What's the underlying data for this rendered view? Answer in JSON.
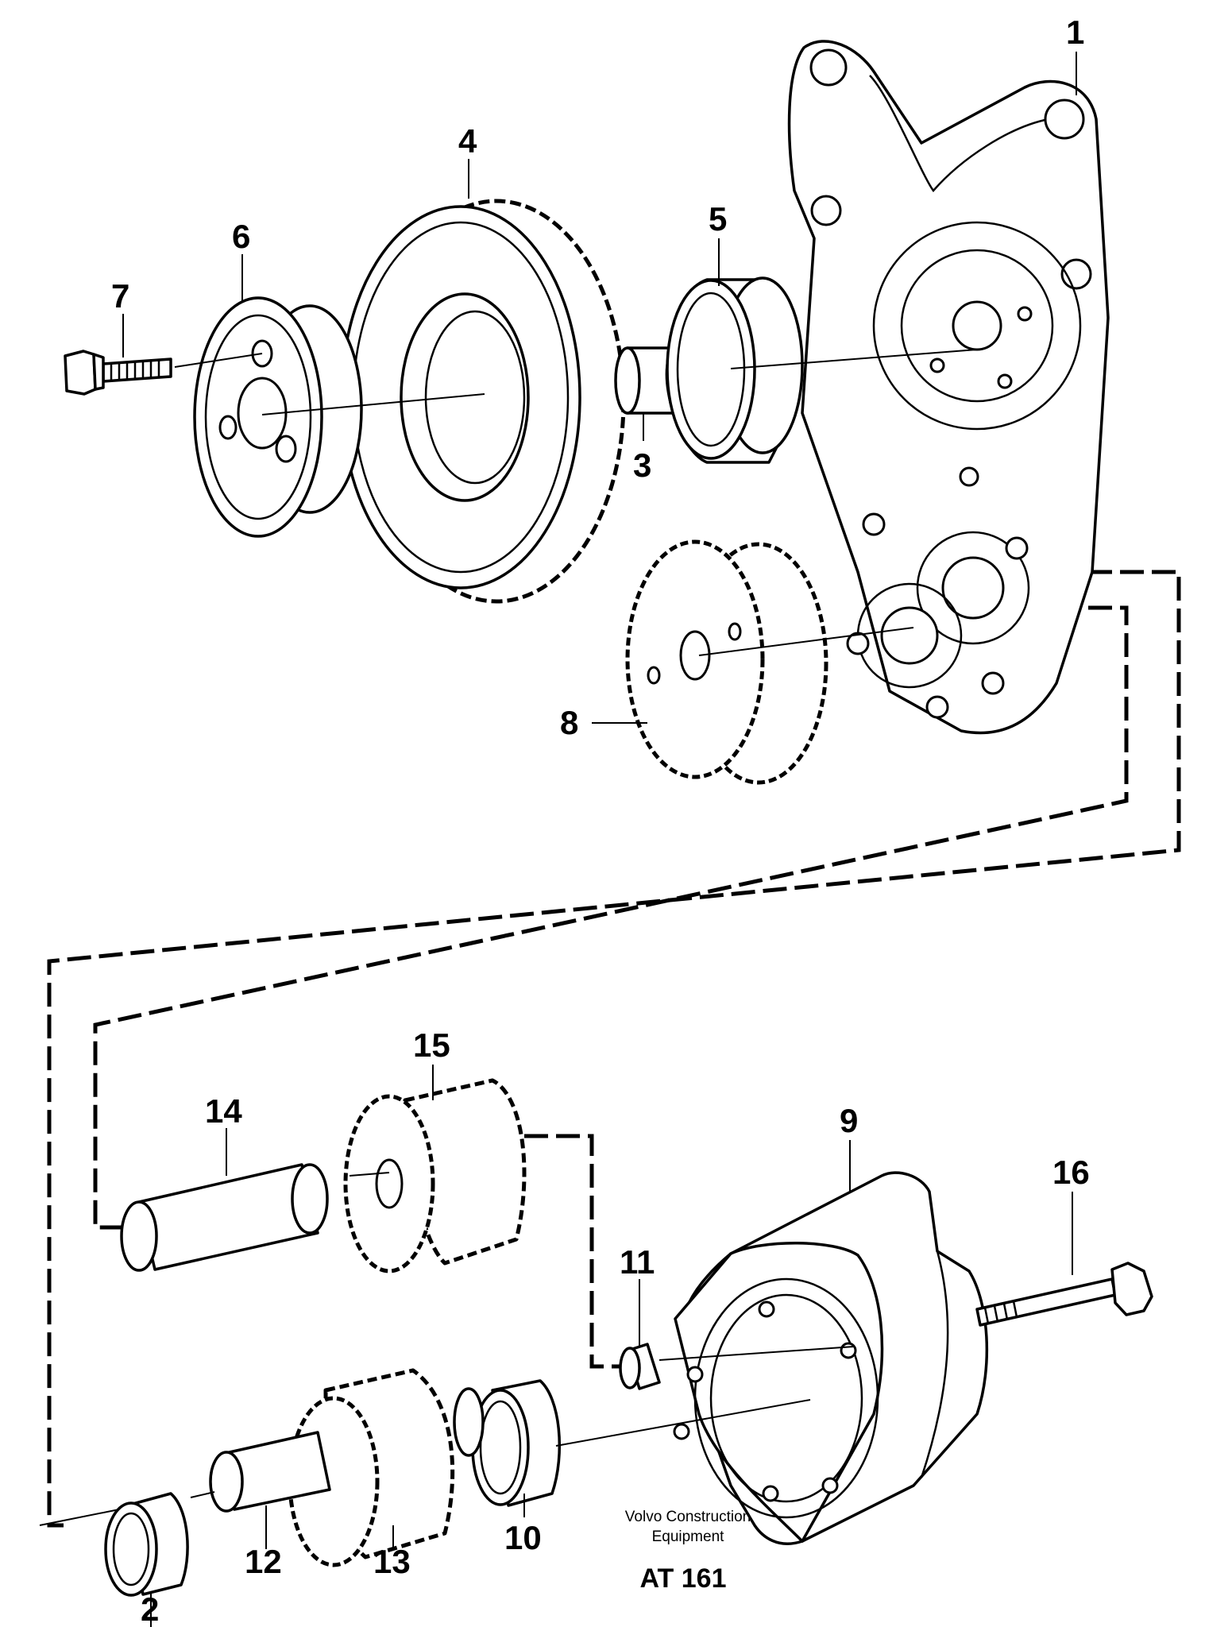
{
  "callouts": {
    "c1": "1",
    "c2": "2",
    "c3": "3",
    "c4": "4",
    "c5": "5",
    "c6": "6",
    "c7": "7",
    "c8": "8",
    "c9": "9",
    "c10": "10",
    "c11": "11",
    "c12": "12",
    "c13": "13",
    "c14": "14",
    "c15": "15",
    "c16": "16"
  },
  "caption": {
    "line1": "Volvo Construction",
    "line2": "Equipment",
    "code": "AT 161"
  }
}
